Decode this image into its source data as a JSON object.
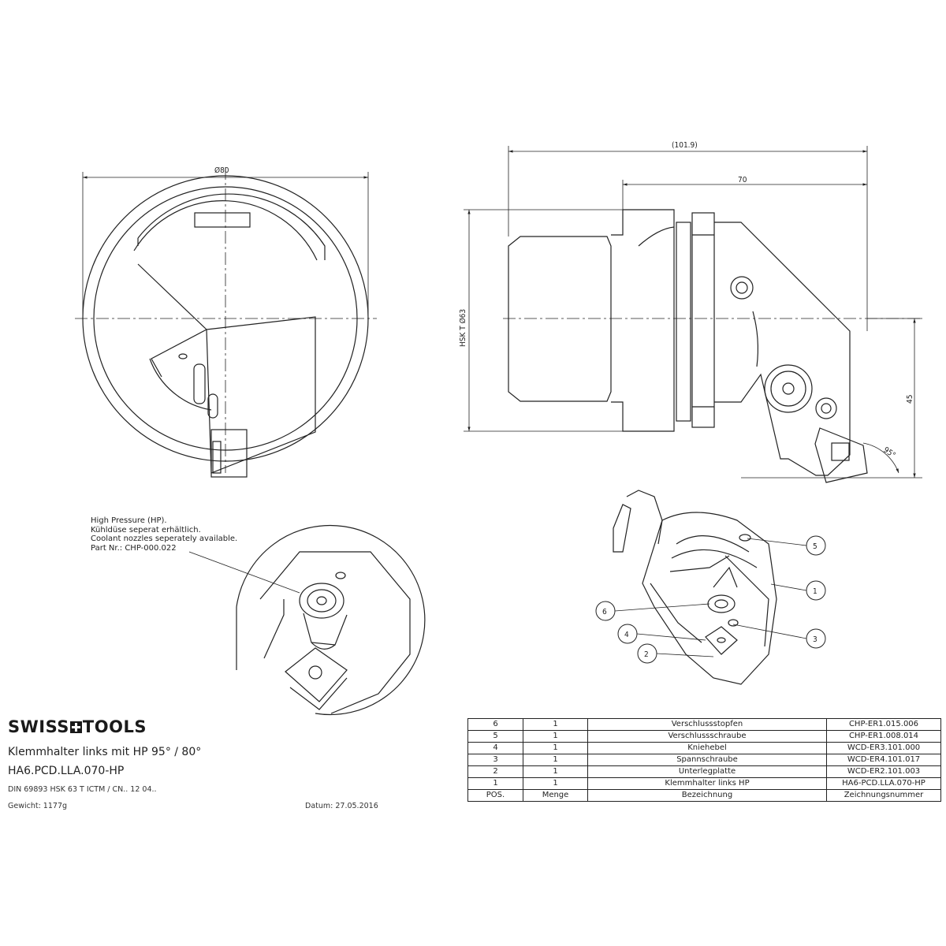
{
  "dimensions": {
    "diameter_front": "Ø80",
    "overall_length": "(101.9)",
    "length": "70",
    "shank": "HSK T Ø63",
    "height": "45",
    "angle": "95°"
  },
  "balloons": [
    "1",
    "2",
    "3",
    "4",
    "5",
    "6"
  ],
  "note": {
    "lines": [
      "High Pressure (HP).",
      "Kühldüse seperat erhältlich.",
      "Coolant nozzles seperately available.",
      "Part Nr.: CHP-000.022"
    ]
  },
  "brand": {
    "left": "SWISS",
    "right": "TOOLS"
  },
  "title": {
    "line1": "Klemmhalter links mit HP 95° / 80°",
    "line2": "HA6.PCD.LLA.070-HP",
    "spec": "DIN 69893 HSK 63 T ICTM / CN.. 12 04..",
    "weight": "Gewicht: 1177g",
    "date": "Datum: 27.05.2016"
  },
  "parts_table": {
    "header": [
      "POS.",
      "Menge",
      "Bezeichnung",
      "Zeichnungsnummer"
    ],
    "rows": [
      [
        "6",
        "1",
        "Verschlussstopfen",
        "CHP-ER1.015.006"
      ],
      [
        "5",
        "1",
        "Verschlussschraube",
        "CHP-ER1.008.014"
      ],
      [
        "4",
        "1",
        "Kniehebel",
        "WCD-ER3.101.000"
      ],
      [
        "3",
        "1",
        "Spannschraube",
        "WCD-ER4.101.017"
      ],
      [
        "2",
        "1",
        "Unterlegplatte",
        "WCD-ER2.101.003"
      ],
      [
        "1",
        "1",
        "Klemmhalter links HP",
        "HA6-PCD.LLA.070-HP"
      ]
    ]
  }
}
